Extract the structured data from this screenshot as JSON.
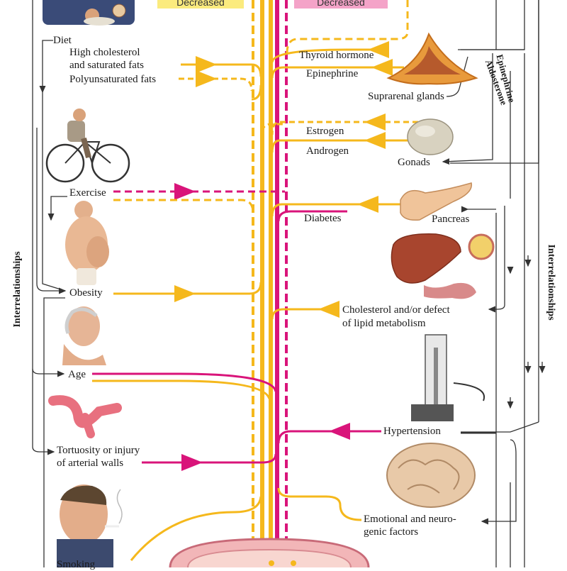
{
  "colors": {
    "increased": "#f5b81c",
    "decreased_link": "#d9147a",
    "header_yellow": "#fbeb7e",
    "header_pink": "#f4a3c8",
    "line": "#333333"
  },
  "headers": {
    "left": "Decreased",
    "right": "Decreased"
  },
  "left_factors": {
    "diet": "Diet",
    "high_cholesterol_1": "High cholesterol",
    "high_cholesterol_2": "and saturated fats",
    "polyunsaturated": "Polyunsaturated fats",
    "exercise": "Exercise",
    "obesity": "Obesity",
    "age": "Age",
    "tortuosity_1": "Tortuosity or injury",
    "tortuosity_2": "of arterial walls",
    "smoking": "Smoking"
  },
  "right_factors": {
    "thyroid": "Thyroid hormone",
    "epinephrine": "Epinephrine",
    "suprarenal": "Suprarenal glands",
    "estrogen": "Estrogen",
    "androgen": "Androgen",
    "gonads": "Gonads",
    "diabetes": "Diabetes",
    "pancreas": "Pancreas",
    "cholesterol_1": "Cholesterol and/or defect",
    "cholesterol_2": "of lipid metabolism",
    "hypertension": "Hypertension",
    "emotional_1": "Emotional and neuro-",
    "emotional_2": "genic factors"
  },
  "side_labels": {
    "left": "Interrelationships",
    "right": "Interrelationships",
    "aldosterone": "Aldosterone",
    "epinephrine_vertical": "Epinephrine"
  },
  "illustrations": [
    "man-eating-icon",
    "cyclist-icon",
    "obese-man-icon",
    "elderly-man-icon",
    "tortuous-artery-icon",
    "smoking-man-icon",
    "suprarenal-gland-icon",
    "gonad-icon",
    "pancreas-icon",
    "liver-icon",
    "sphygmomanometer-icon",
    "brain-icon",
    "artery-cross-section-icon"
  ]
}
